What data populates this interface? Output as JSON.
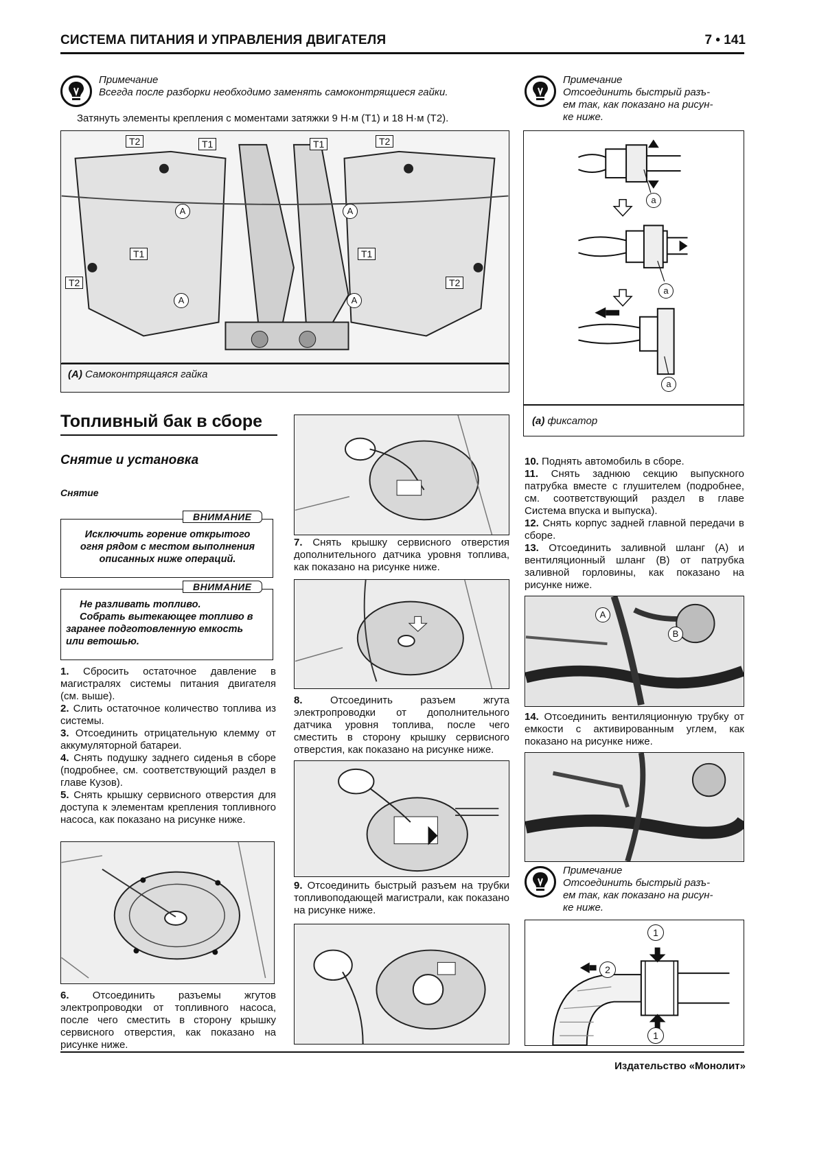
{
  "header": {
    "title": "СИСТЕМА ПИТАНИЯ И УПРАВЛЕНИЯ ДВИГАТЕЛЯ",
    "page": "7 • 141"
  },
  "top_left": {
    "note_label": "Примечание",
    "note_text": "Всегда после разборки необходимо заменять самоконтрящиеся гайки.",
    "torque_text": "Затянуть элементы крепления с моментами затяжки 9 Н·м (Т1) и 18 Н·м (Т2).",
    "figure_labels": {
      "t1": "T1",
      "t2": "T2",
      "a": "A"
    },
    "caption_letter": "(A)",
    "caption_text": "Самоконтрящаяся гайка"
  },
  "top_right": {
    "note_label": "Примечание",
    "note_lines": [
      "Отсоединить быстрый разъ-",
      "ем так, как показано на рисун-",
      "ке ниже."
    ],
    "figure_label": "a",
    "caption_letter": "(a)",
    "caption_text": "фиксатор"
  },
  "section": {
    "title": "Топливный бак в сборе",
    "subtitle": "Снятие и установка",
    "subsub": "Снятие"
  },
  "warnings": [
    {
      "tag": "ВНИМАНИЕ",
      "lines": [
        "Исключить горение открытого",
        "огня рядом с местом выполнения",
        "описанных ниже операций."
      ]
    },
    {
      "tag": "ВНИМАНИЕ",
      "lines": [
        "Не разливать топливо.",
        "Собрать вытекающее топливо в",
        "заранее подготовленную емкость",
        "или ветошью."
      ]
    }
  ],
  "steps_left": [
    {
      "num": "1.",
      "text": "Сбросить остаточное давление в магистралях системы питания двигателя (см. выше)."
    },
    {
      "num": "2.",
      "text": "Слить остаточное количество топлива из системы."
    },
    {
      "num": "3.",
      "text": "Отсоединить отрицательную клемму от аккумуляторной батареи."
    },
    {
      "num": "4.",
      "text": "Снять подушку заднего сиденья в сборе (подробнее, см. соответствующий раздел в главе Кузов)."
    },
    {
      "num": "5.",
      "text": "Снять крышку сервисного отверстия для доступа к элементам крепления топливного насоса, как показано на рисунке ниже."
    }
  ],
  "step6": {
    "num": "6.",
    "text": "Отсоединить разъемы жгутов электропроводки от топливного насоса, после чего сместить в сторону крышку сервисного отверстия, как показано на рисунке ниже."
  },
  "step7": {
    "num": "7.",
    "text": "Снять крышку сервисного отверстия дополнительного датчика уровня топлива, как показано на рисунке ниже."
  },
  "step8": {
    "num": "8.",
    "text": "Отсоединить разъем жгута электропроводки от дополнительного датчика уровня топлива, после чего сместить в сторону крышку сервисного отверстия, как показано на рисунке ниже."
  },
  "step9": {
    "num": "9.",
    "text": "Отсоединить быстрый разъем на трубки топливоподающей магистрали, как показано на рисунке ниже."
  },
  "steps_right": [
    {
      "num": "10.",
      "text": "Поднять автомобиль в сборе."
    },
    {
      "num": "11.",
      "text": "Снять заднюю секцию выпускного патрубка вместе с глушителем (подробнее, см. соответствующий раздел в главе Система впуска и выпуска)."
    },
    {
      "num": "12.",
      "text": "Снять корпус задней главной передачи в сборе."
    },
    {
      "num": "13.",
      "text": "Отсоединить заливной шланг (A) и вентиляционный шланг (B) от патрубка заливной горловины, как показано на рисунке ниже."
    }
  ],
  "fig13_labels": {
    "a": "A",
    "b": "B"
  },
  "step14": {
    "num": "14.",
    "text": "Отсоединить вентиляционную трубку от емкости с активированным углем, как показано на рисунке ниже."
  },
  "bottom_right": {
    "note_label": "Примечание",
    "note_lines": [
      "Отсоединить быстрый разъ-",
      "ем так, как показано на рисун-",
      "ке ниже."
    ],
    "figure_labels": {
      "one": "1",
      "two": "2"
    }
  },
  "footer": {
    "publisher": "Издательство «Монолит»"
  }
}
